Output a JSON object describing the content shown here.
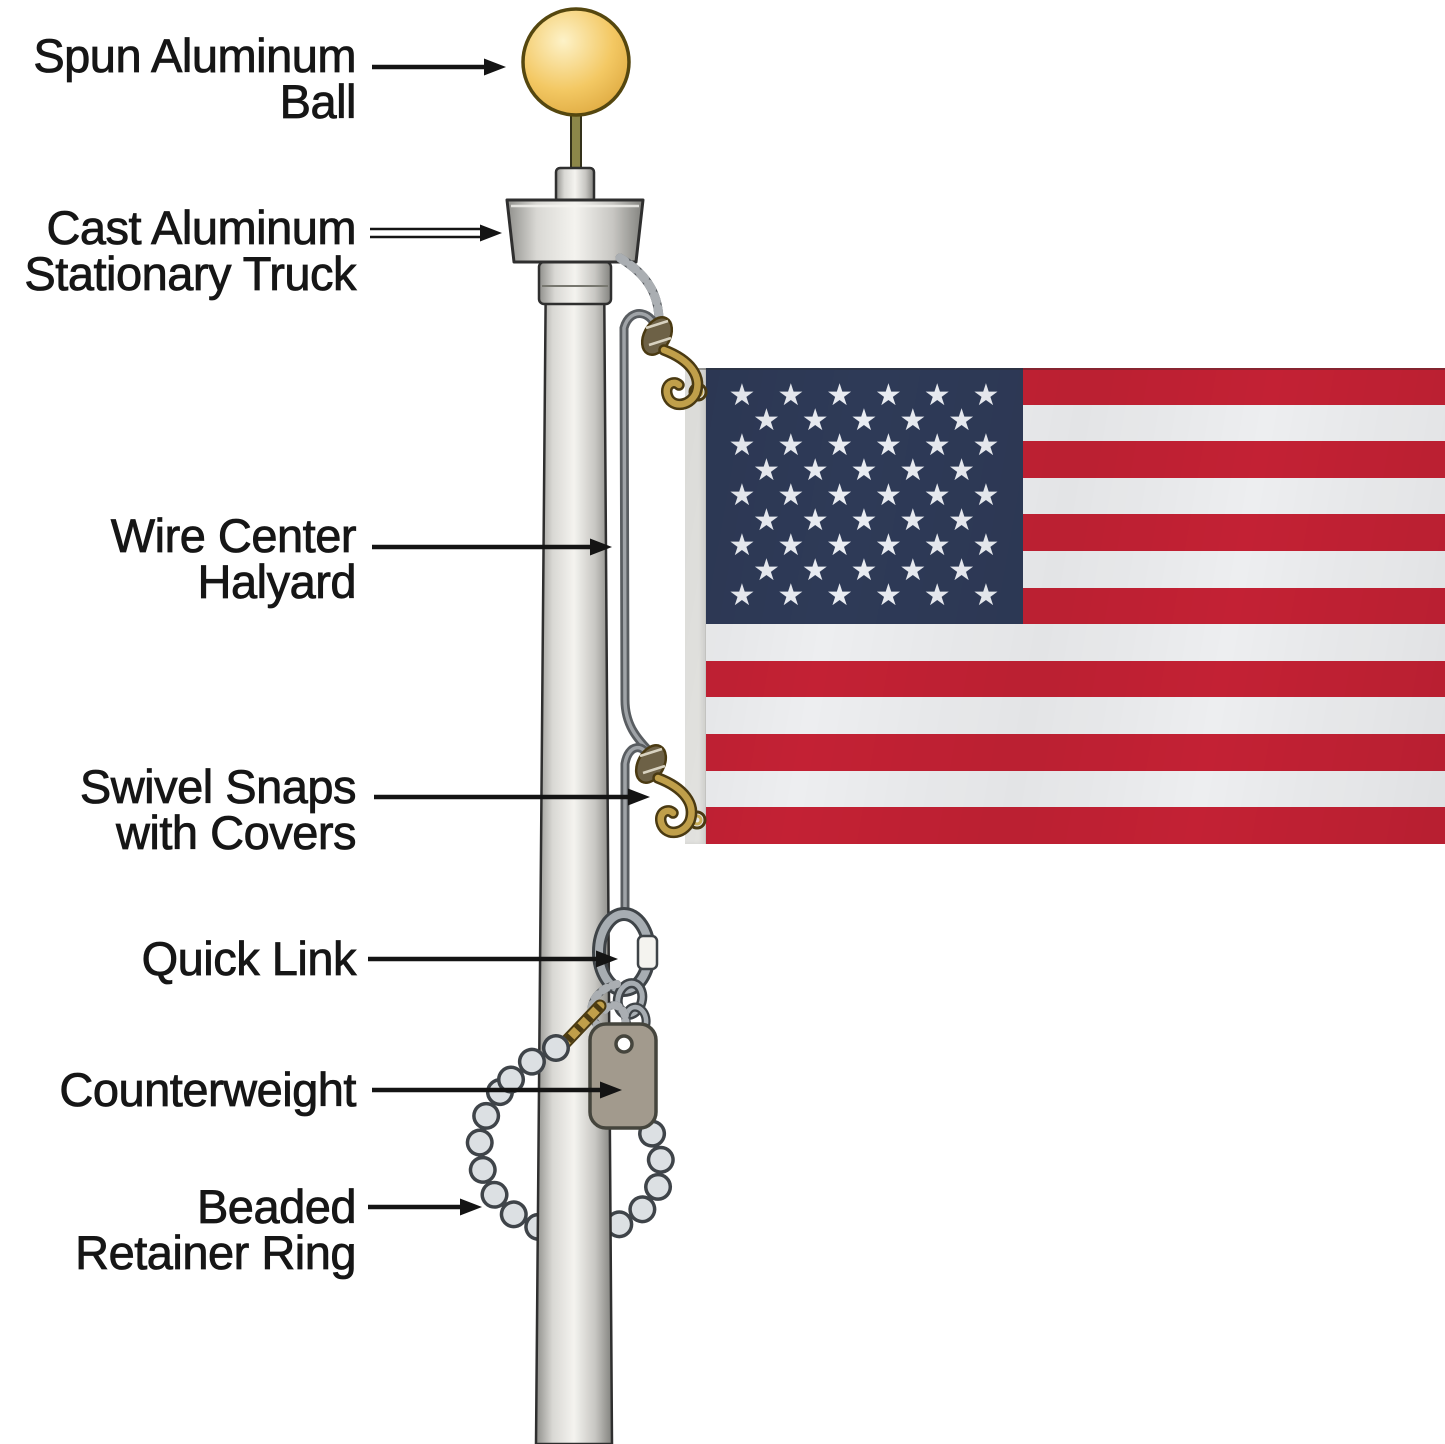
{
  "labels": [
    {
      "id": "spun-aluminum-ball",
      "lines": [
        "Spun Aluminum",
        "Ball"
      ]
    },
    {
      "id": "cast-aluminum-stationary-truck",
      "lines": [
        "Cast Aluminum",
        "Stationary Truck"
      ]
    },
    {
      "id": "wire-center-halyard",
      "lines": [
        "Wire Center",
        "Halyard"
      ]
    },
    {
      "id": "swivel-snaps-with-covers",
      "lines": [
        "Swivel Snaps",
        "with Covers"
      ]
    },
    {
      "id": "quick-link",
      "lines": [
        "Quick Link"
      ]
    },
    {
      "id": "counterweight",
      "lines": [
        "Counterweight"
      ]
    },
    {
      "id": "beaded-retainer-ring",
      "lines": [
        "Beaded",
        "Retainer Ring"
      ]
    }
  ],
  "flag": {
    "stripe_count": 13,
    "star_rows": [
      6,
      5,
      6,
      5,
      6,
      5,
      6,
      5,
      6
    ],
    "star_glyph": "★",
    "colors": {
      "stripe_red": "#c32134",
      "stripe_white": "#edeef0",
      "canton_blue": "#2e3a57",
      "star_white": "#e9ecf2",
      "header_white": "#e7e7e4"
    }
  },
  "colors": {
    "background": "#ffffff",
    "label_text": "#161616",
    "arrow_black": "#141414",
    "ball_highlight": "#fdf2c8",
    "ball_gold": "#f3c863",
    "ball_shadow": "#d9a238",
    "ball_outline": "#55470f",
    "finial_rod": "#8d8749",
    "metal_edge_dark": "#8f8f8b",
    "metal_light": "#f4f3ef",
    "outline_dark": "#2f2f2f",
    "halyard_dark": "#595d61",
    "halyard_light": "#9fa3a7",
    "rope_dark": "#5a5e62",
    "rope_light": "#aaaeb2",
    "brass": "#c09f4a",
    "brass_dark": "#4a3a12",
    "grommet_brass": "#c9ad58",
    "bead_fill": "#dce0e3",
    "bead_outline": "#3f4449",
    "counterweight_fill": "#a29a8d",
    "counterweight_outline": "#45453d",
    "quicklink_gray": "#a7adb2",
    "quicklink_dark": "#3f4448",
    "swivel_body": "#6d6146"
  }
}
